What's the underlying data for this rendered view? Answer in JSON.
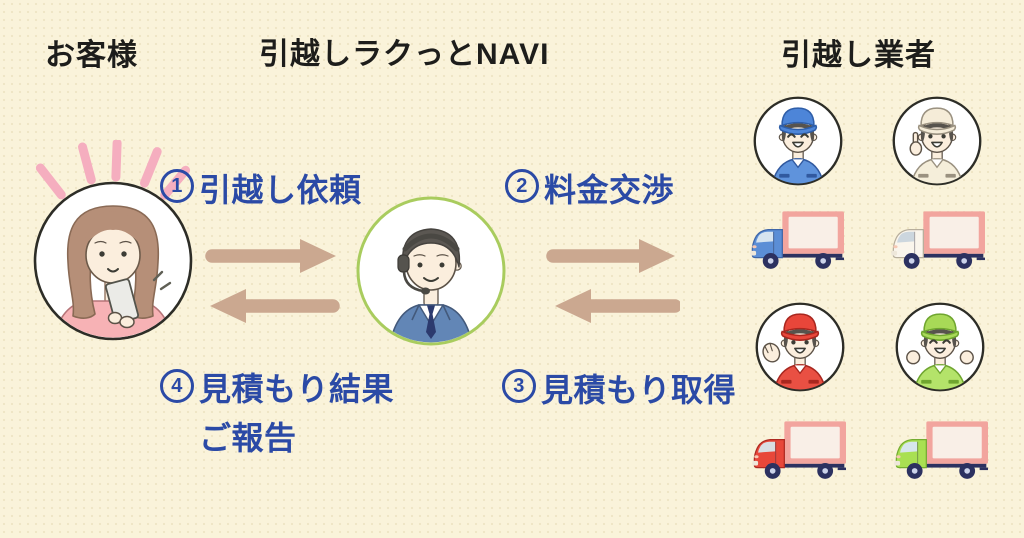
{
  "headers": {
    "customer": "お客様",
    "service": "引越しラクっとNAVI",
    "movers": "引越し業者"
  },
  "steps": [
    {
      "number": "1",
      "label": "引越し依頼"
    },
    {
      "number": "2",
      "label": "料金交渉"
    },
    {
      "number": "3",
      "label": "見積もり取得"
    },
    {
      "number": "4",
      "label": "見積もり結果",
      "label_line2": "ご報告"
    }
  ],
  "icons": {
    "customer_avatar": "customer-woman-smartphone-avatar",
    "operator_avatar": "call-center-operator-avatar",
    "mover_blue": "mover-blue-uniform-avatar",
    "mover_cream": "mover-cream-uniform-pointing-avatar",
    "mover_red": "mover-red-uniform-waving-avatar",
    "mover_green": "mover-green-uniform-cheering-avatar",
    "truck_blue": "moving-truck-blue",
    "truck_white": "moving-truck-white",
    "truck_red": "moving-truck-red",
    "truck_green": "moving-truck-green",
    "excitement_rays": "pink-excitement-rays",
    "arrows": "two-way-exchange-arrows"
  },
  "colors": {
    "background": "#faf3da",
    "step_text": "#2b4aa6",
    "arrow": "#cba890",
    "heading_text": "#1d1d1b",
    "operator_ring": "#a9cc5e",
    "truck_box_pink": "#f2a59e",
    "mover_blue": "#5b8ed6",
    "mover_cream": "#f3ead6",
    "mover_red": "#e8473a",
    "mover_green": "#a9e052",
    "customer_top_pink": "#f7b2b5"
  }
}
